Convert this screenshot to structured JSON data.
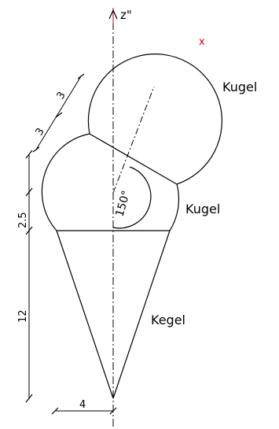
{
  "axis": {
    "label": "z\""
  },
  "labels": {
    "upper_sphere": "Kugel",
    "lower_sphere": "Kugel",
    "cone": "Kegel",
    "angle": "150°",
    "marker": "x"
  },
  "dimensions": {
    "top_a": "3",
    "top_b": "3",
    "left_top": "2.5",
    "left_bottom": "12",
    "base": "4"
  },
  "colors": {
    "line": "#000000",
    "axis_top": "#cc0000",
    "marker": "#cc0000",
    "background": "#ffffff"
  }
}
